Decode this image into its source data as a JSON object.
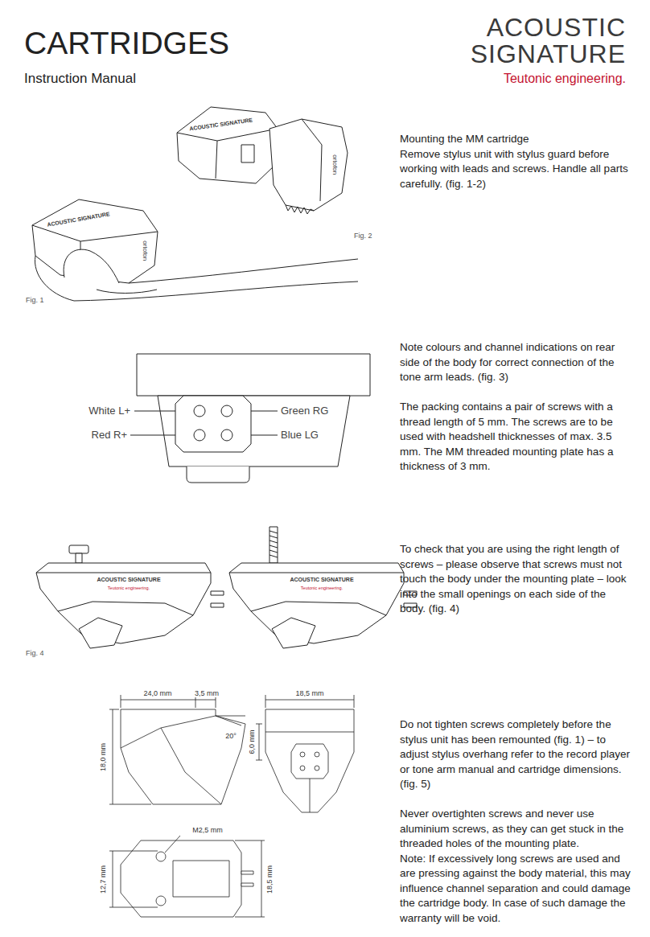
{
  "diagram": {
    "title": "CARTRIDGES",
    "labels": [
      "Instruction Manual",
      "ACOUSTIC",
      "SIGNATURE",
      "Teutonic engineering.",
      "Mounting the MM cartridge",
      "Remove stylus unit with stylus guard before working with leads and screws. Handle all parts carefully. (fig. 1-2)",
      "ACOUSTIC SIGNATURE",
      "ortofon",
      "ACOUSTIC SIGNATURE",
      "ortofon",
      "Fig. 2",
      "Fig. 1",
      "Note colours and channel indications on rear side of the body for correct connection of the tone arm leads. (fig. 3)",
      "The packing contains a pair of screws with a thread length of 5 mm. The screws are to be used with headshell thicknesses of max. 3.5 mm. The MM threaded mounting plate has a thickness of 3 mm.",
      "White L+",
      "Green RG",
      "Red R+",
      "Blue LG",
      "ACOUSTIC SIGNATURE",
      "Teutonic engineering.",
      "ACOUSTIC SIGNATURE",
      "Teutonic engineering.",
      "To check that you are using the right length of screws – please observe that screws must not touch the body under the mounting plate – look into the small openings on each side of the body. (fig. 4)",
      "Fig. 4",
      "24,0 mm",
      "3,5 mm",
      "18,5 mm",
      "20°",
      "18,0 mm",
      "6,0 mm",
      "Do not tighten screws completely before the stylus unit has been remounted (fig. 1) – to adjust stylus overhang refer to the record player or tone arm manual and cartridge dimensions. (fig. 5)",
      "Never overtighten screws and never use aluminium screws, as they can get stuck in the threaded holes of the mounting plate.",
      "Note: If excessively long screws are used and are pressing against the body material, this may influence channel separation and could damage the cartridge body. In case of such damage the warranty will be void.",
      "M2,5 mm",
      "12,7 mm",
      "18,5 mm"
    ]
  }
}
